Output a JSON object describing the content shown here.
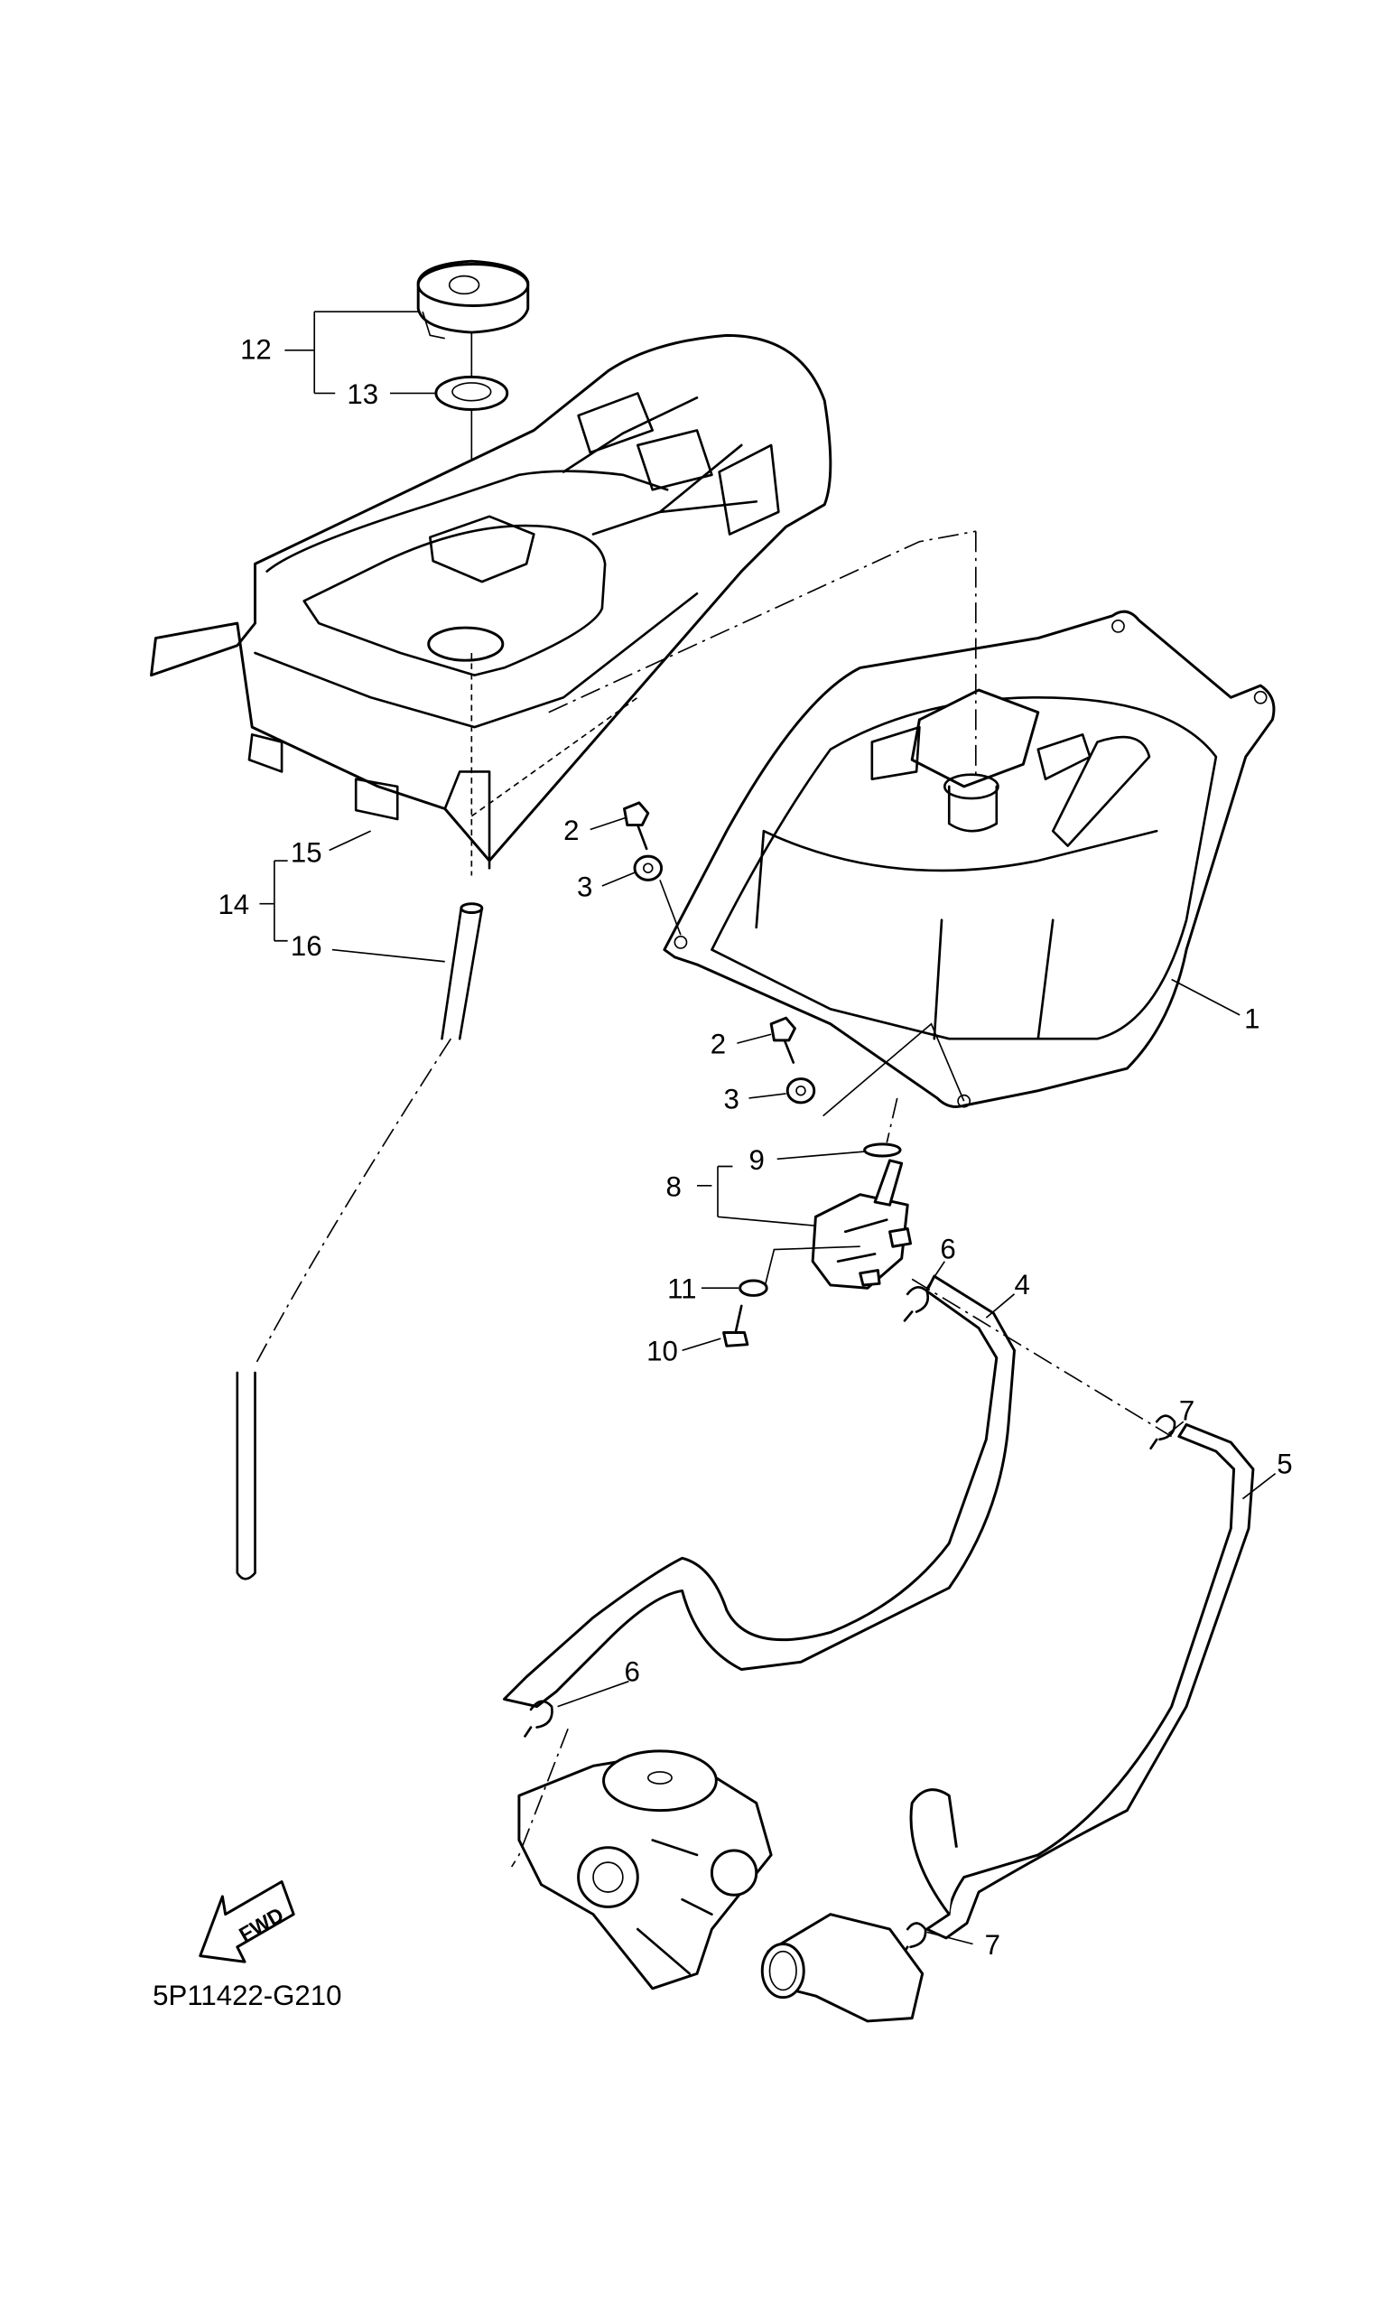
{
  "diagram": {
    "code": "5P11422-G210",
    "fwd_label": "FWD",
    "callouts": {
      "c1": "1",
      "c2a": "2",
      "c2b": "2",
      "c3a": "3",
      "c3b": "3",
      "c4": "4",
      "c5": "5",
      "c6a": "6",
      "c6b": "6",
      "c7a": "7",
      "c7b": "7",
      "c8": "8",
      "c9": "9",
      "c10": "10",
      "c11": "11",
      "c12": "12",
      "c13": "13",
      "c14": "14",
      "c15": "15",
      "c16": "16"
    },
    "line_color": "#000000",
    "background": "#ffffff"
  }
}
